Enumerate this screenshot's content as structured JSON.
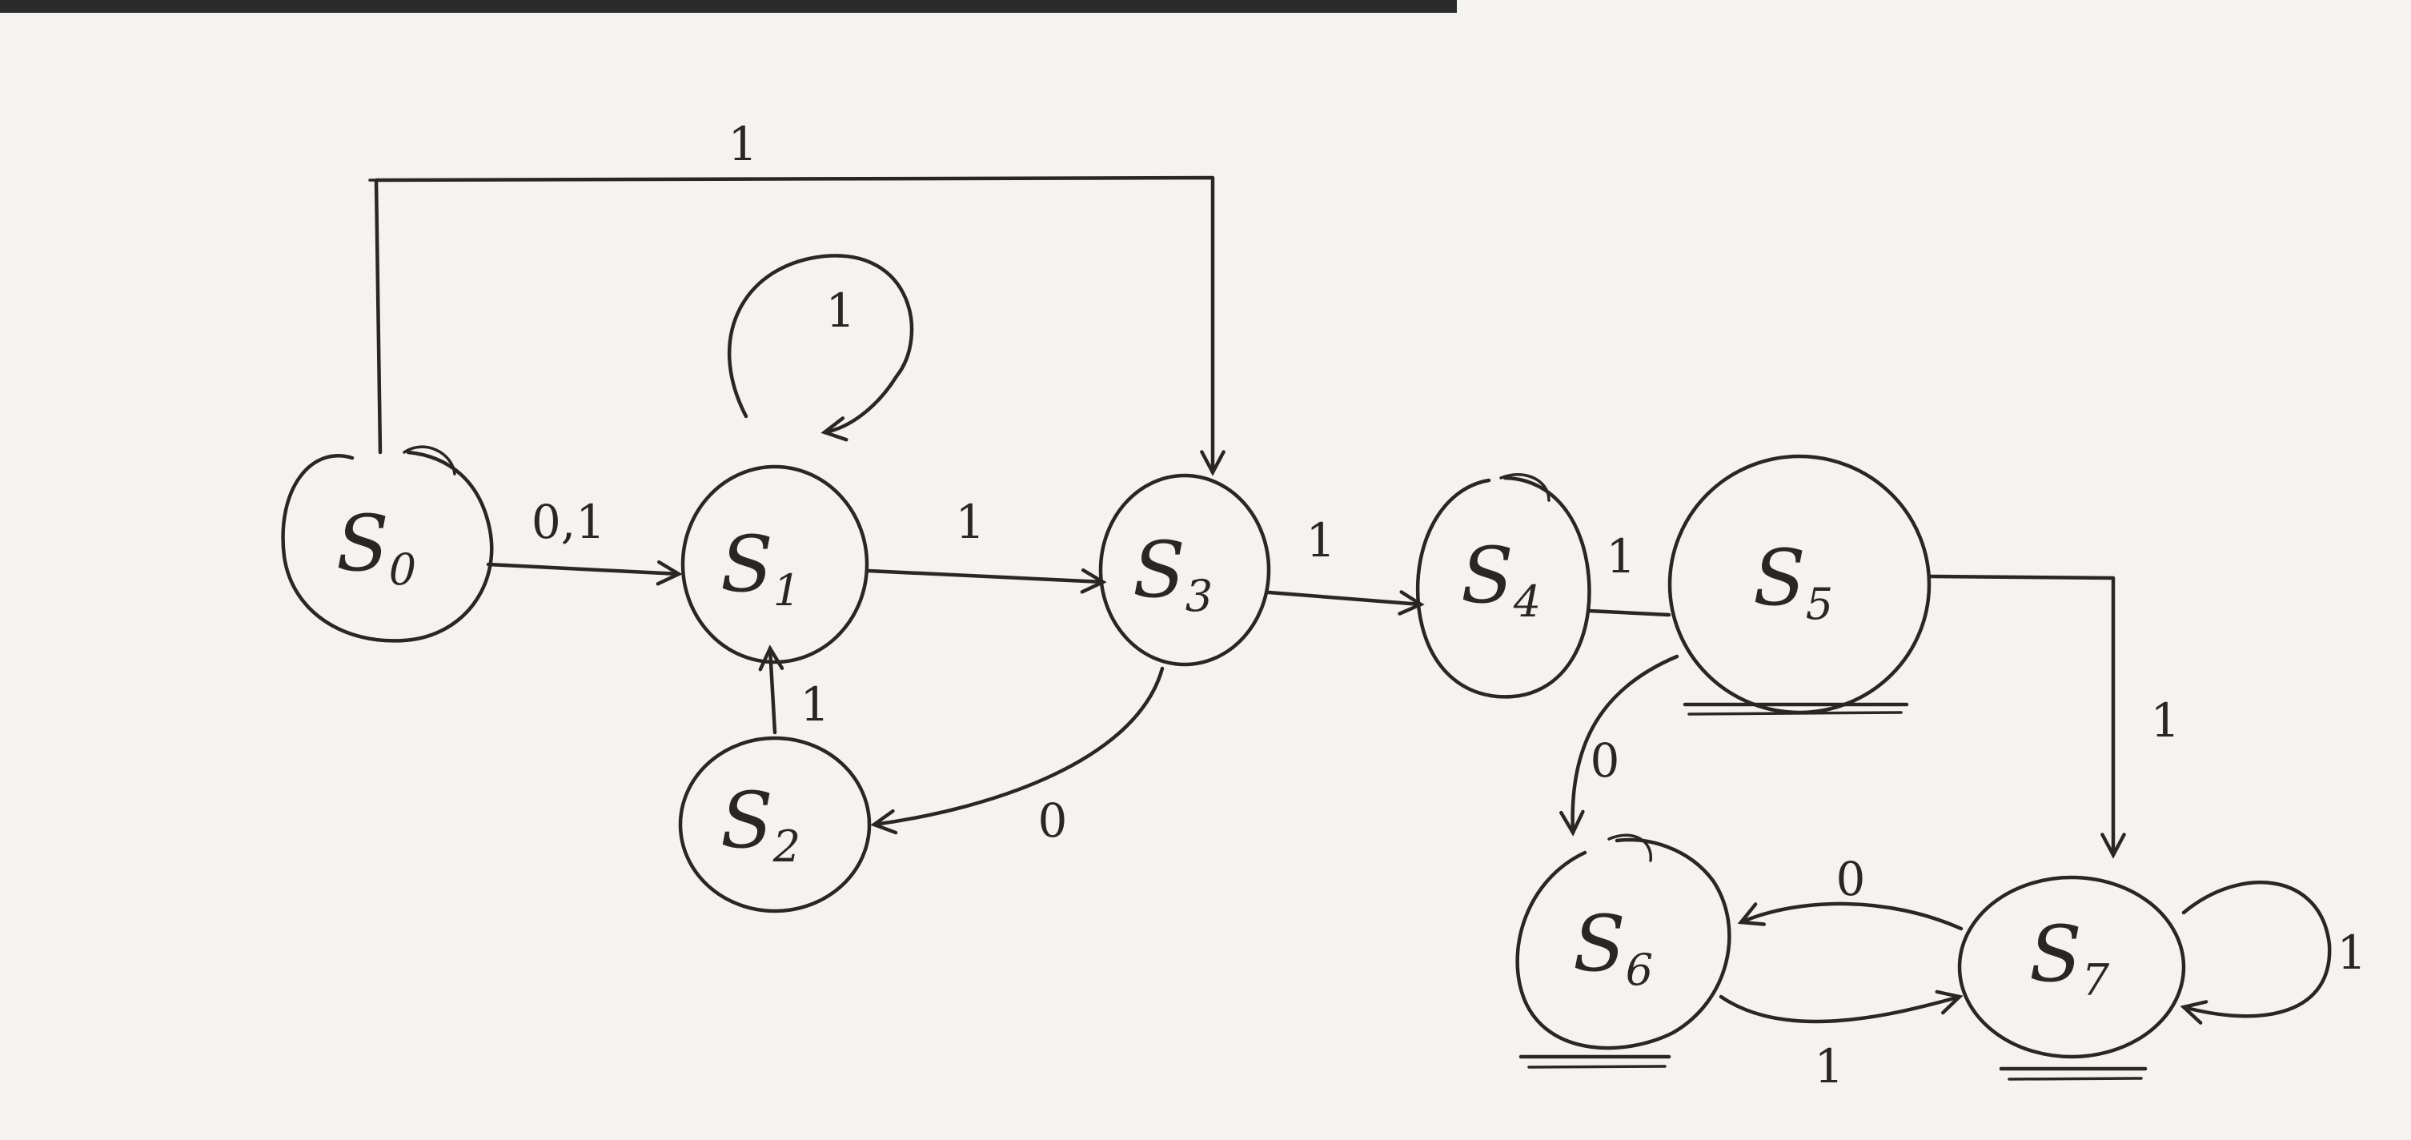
{
  "states": [
    {
      "id": "s0",
      "label": "S",
      "sub": "0"
    },
    {
      "id": "s1",
      "label": "S",
      "sub": "1"
    },
    {
      "id": "s2",
      "label": "S",
      "sub": "2"
    },
    {
      "id": "s3",
      "label": "S",
      "sub": "3"
    },
    {
      "id": "s4",
      "label": "S",
      "sub": "4"
    },
    {
      "id": "s5",
      "label": "S",
      "sub": "5",
      "accepting": true
    },
    {
      "id": "s6",
      "label": "S",
      "sub": "6",
      "accepting": true
    },
    {
      "id": "s7",
      "label": "S",
      "sub": "7",
      "accepting": true
    }
  ],
  "transitions": [
    {
      "from": "s0",
      "to": "s3",
      "label": "1"
    },
    {
      "from": "s1",
      "to": "s1",
      "label": "1"
    },
    {
      "from": "s0",
      "to": "s1",
      "label": "0,1"
    },
    {
      "from": "s1",
      "to": "s3",
      "label": "1"
    },
    {
      "from": "s3",
      "to": "s4",
      "label": "1"
    },
    {
      "from": "s4",
      "to": "s5",
      "label": "1"
    },
    {
      "from": "s2",
      "to": "s1",
      "label": "1"
    },
    {
      "from": "s3",
      "to": "s2",
      "label": "0"
    },
    {
      "from": "s5",
      "to": "s6",
      "label": "0"
    },
    {
      "from": "s5",
      "to": "s7",
      "label": "1"
    },
    {
      "from": "s7",
      "to": "s6",
      "label": "0"
    },
    {
      "from": "s6",
      "to": "s7",
      "label": "1"
    },
    {
      "from": "s7",
      "to": "s7",
      "label": "1"
    }
  ]
}
